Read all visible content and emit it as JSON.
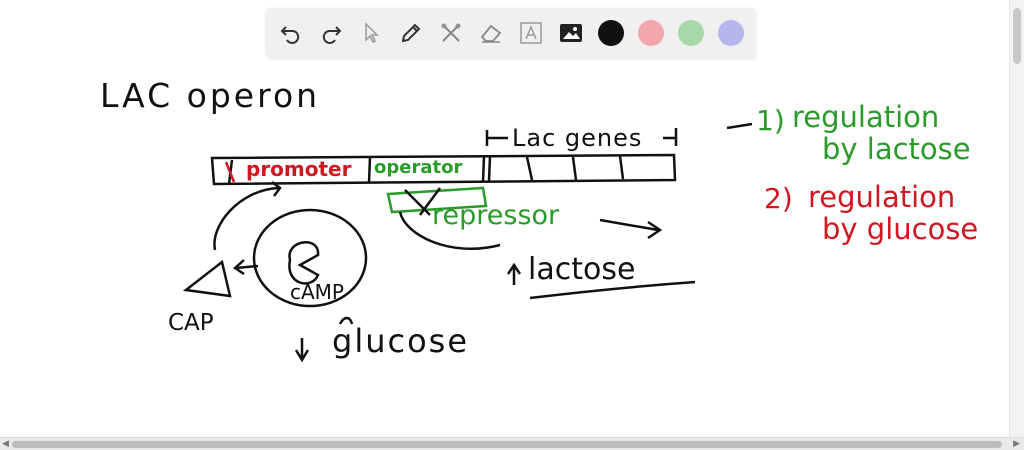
{
  "toolbar": {
    "tools": [
      "undo-icon",
      "redo-icon",
      "pointer-icon",
      "pen-icon",
      "tools-icon",
      "eraser-icon",
      "text-icon",
      "image-icon"
    ],
    "colors": [
      "#111111",
      "#f2a7ad",
      "#a8d8a8",
      "#b6b6ef"
    ]
  },
  "drawing": {
    "title": "LAC operon",
    "promoter": "promoter",
    "operator": "operator",
    "lac_genes": "Lac genes",
    "repressor": "repressor",
    "lactose": "lactose",
    "cap": "CAP",
    "camp": "cAMP",
    "glucose": "glucose",
    "note1_num": "1)",
    "note1_line1": "regulation",
    "note1_line2": "by lactose",
    "note2_num": "2)",
    "note2_line1": "regulation",
    "note2_line2": "by glucose",
    "colors": {
      "ink": "#111111",
      "red": "#d01822",
      "green": "#2a9a2a"
    }
  }
}
